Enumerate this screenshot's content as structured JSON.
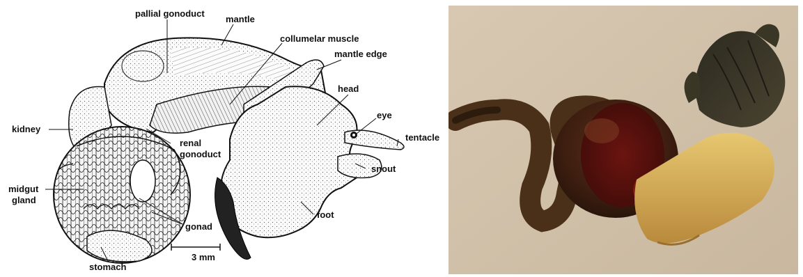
{
  "figure": {
    "labels": {
      "pallial_gonoduct": "pallial gonoduct",
      "mantle": "mantle",
      "collumelar_muscle": "collumelar muscle",
      "mantle_edge": "mantle edge",
      "head": "head",
      "eye": "eye",
      "tentacle": "tentacle",
      "snout": "snout",
      "foot": "foot",
      "kidney": "kidney",
      "renal_gonoduct_1": "renal",
      "renal_gonoduct_2": "gonoduct",
      "midgut_gland_1": "midgut",
      "midgut_gland_2": "gland",
      "gonad": "gonad",
      "stomach": "stomach"
    },
    "scale_bar_label": "3 mm"
  }
}
